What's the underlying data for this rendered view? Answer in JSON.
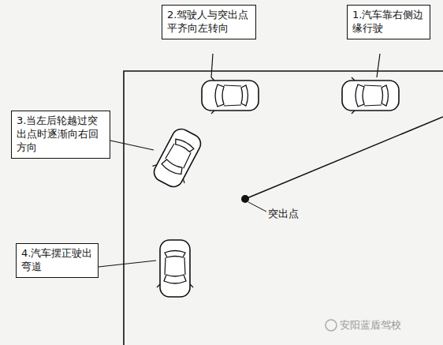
{
  "diagram": {
    "nodes": [
      {
        "text": [
          "1.汽车靠右侧边缘行驶"
        ]
      },
      {
        "text": [
          "2.驾驶人与突出点平齐向左转向"
        ]
      },
      {
        "text": [
          "3.当左后轮越过突出点时逐渐向右回方向"
        ]
      },
      {
        "text": [
          "4.汽车摆正驶出弯道"
        ]
      }
    ],
    "labels": [
      "突出点",
      "安阳蓝盾驾校"
    ]
  }
}
